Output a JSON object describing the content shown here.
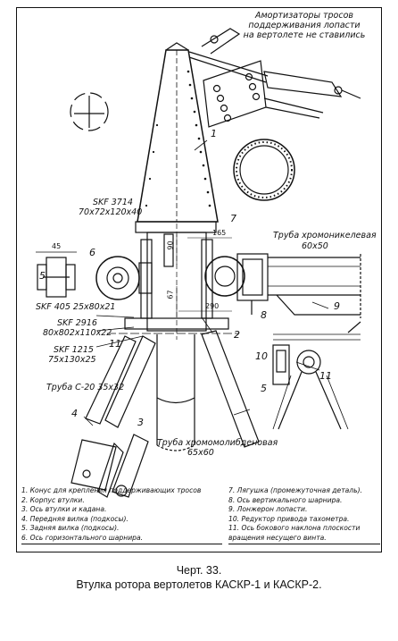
{
  "note": {
    "line1": "Амортизаторы тросов",
    "line2": "поддерживания лопасти",
    "line3": "на вертолете не ставились"
  },
  "bearings": {
    "skf3714_a": "SKF 3714",
    "skf3714_b": "70x72x120x40",
    "skf405": "SKF 405 25x80x21",
    "skf2916_a": "SKF 2916",
    "skf2916_b": "80x802x110x22",
    "skf1215_a": "SKF 1215",
    "skf1215_b": "75x130x25"
  },
  "pipes": {
    "chromonickel_a": "Труба хромоникелевая",
    "chromonickel_b": "60x50",
    "c20": "Труба С-20 35x32",
    "chromomolybdenum_a": "Труба хромомолибденовая",
    "chromomolybdenum_b": "65x60"
  },
  "dims": {
    "d45": "45",
    "d90": "90",
    "d165": "165",
    "d67": "67",
    "d290": "290"
  },
  "numbers": {
    "n1": "1",
    "n2": "2",
    "n3": "3",
    "n4": "4",
    "n5": "5",
    "n5b": "5",
    "n6": "6",
    "n7": "7",
    "n8": "8",
    "n9": "9",
    "n10": "10",
    "n11": "11",
    "n11b": "11"
  },
  "legend": {
    "left": [
      "1. Конус для крепления поддерживающих тросов",
      "2. Корпус втулки.",
      "3. Ось втулки и кадана.",
      "4. Передняя вилка (подкосы).",
      "5. Задняя вилка (подкосы).",
      "6. Ось горизонтального шарнира."
    ],
    "right": [
      "7. Лягушка (промежуточная деталь).",
      "8. Ось вертикального шарнира.",
      "9. Лонжерон лопасти.",
      "10. Редуктор привода тахометра.",
      "11. Ось бокового наклона плоскости",
      "вращения несущего винта."
    ]
  },
  "caption": {
    "line1": "Черт. 33.",
    "line2": "Втулка ротора вертолетов КАСКР-1 и КАСКР-2."
  }
}
